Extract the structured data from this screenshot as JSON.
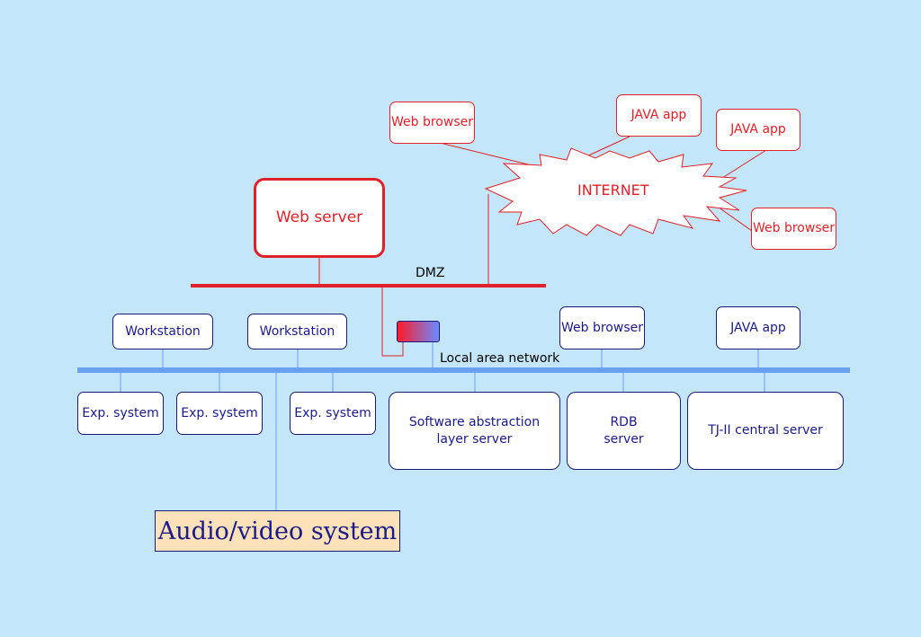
{
  "colors": {
    "background": "#c4e6fb",
    "dmz": "#e0202a",
    "lan": "#6aa0f0",
    "navy": "#1a1a7a"
  },
  "internet": {
    "label": "INTERNET",
    "clients": [
      "Web browser",
      "JAVA app",
      "JAVA app",
      "Web browser"
    ]
  },
  "dmz": {
    "label": "DMZ",
    "web_server": "Web server"
  },
  "lan": {
    "label": "Local area network",
    "top_nodes": [
      "Workstation",
      "Workstation",
      "Web browser",
      "JAVA app"
    ],
    "bottom_nodes": [
      "Exp. system",
      "Exp. system",
      "Exp. system",
      "Software abstraction layer server",
      "RDB server",
      "TJ-II central server"
    ]
  },
  "audio_video": "Audio/video system",
  "firewall_icon": "firewall-gradient-box"
}
